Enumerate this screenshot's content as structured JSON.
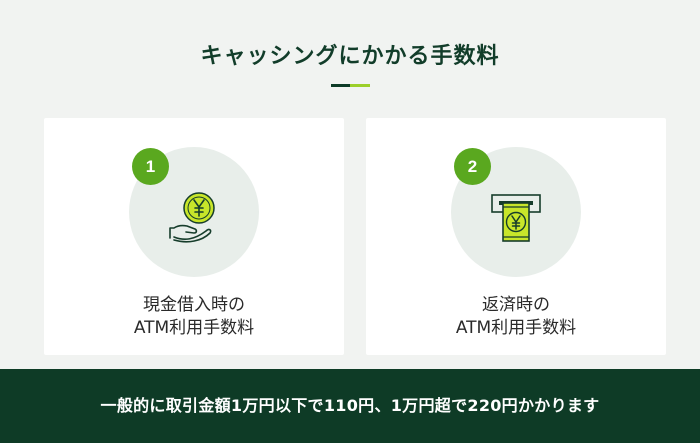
{
  "title": "キャッシングにかかる手数料",
  "colors": {
    "accent_dark": "#0d3b27",
    "accent_light": "#9ccf2a",
    "badge_green": "#5aa81f",
    "footer_bg": "#0e3b26",
    "coin_yellow": "#c8e62a"
  },
  "cards": [
    {
      "number": "1",
      "icon": "hand-holding-yen-coin-icon",
      "label_line1": "現金借入時の",
      "label_line2": "ATM利用手数料"
    },
    {
      "number": "2",
      "icon": "atm-yen-bill-icon",
      "label_line1": "返済時の",
      "label_line2": "ATM利用手数料"
    }
  ],
  "footer_text": "一般的に取引金額1万円以下で110円、1万円超で220円かかります"
}
